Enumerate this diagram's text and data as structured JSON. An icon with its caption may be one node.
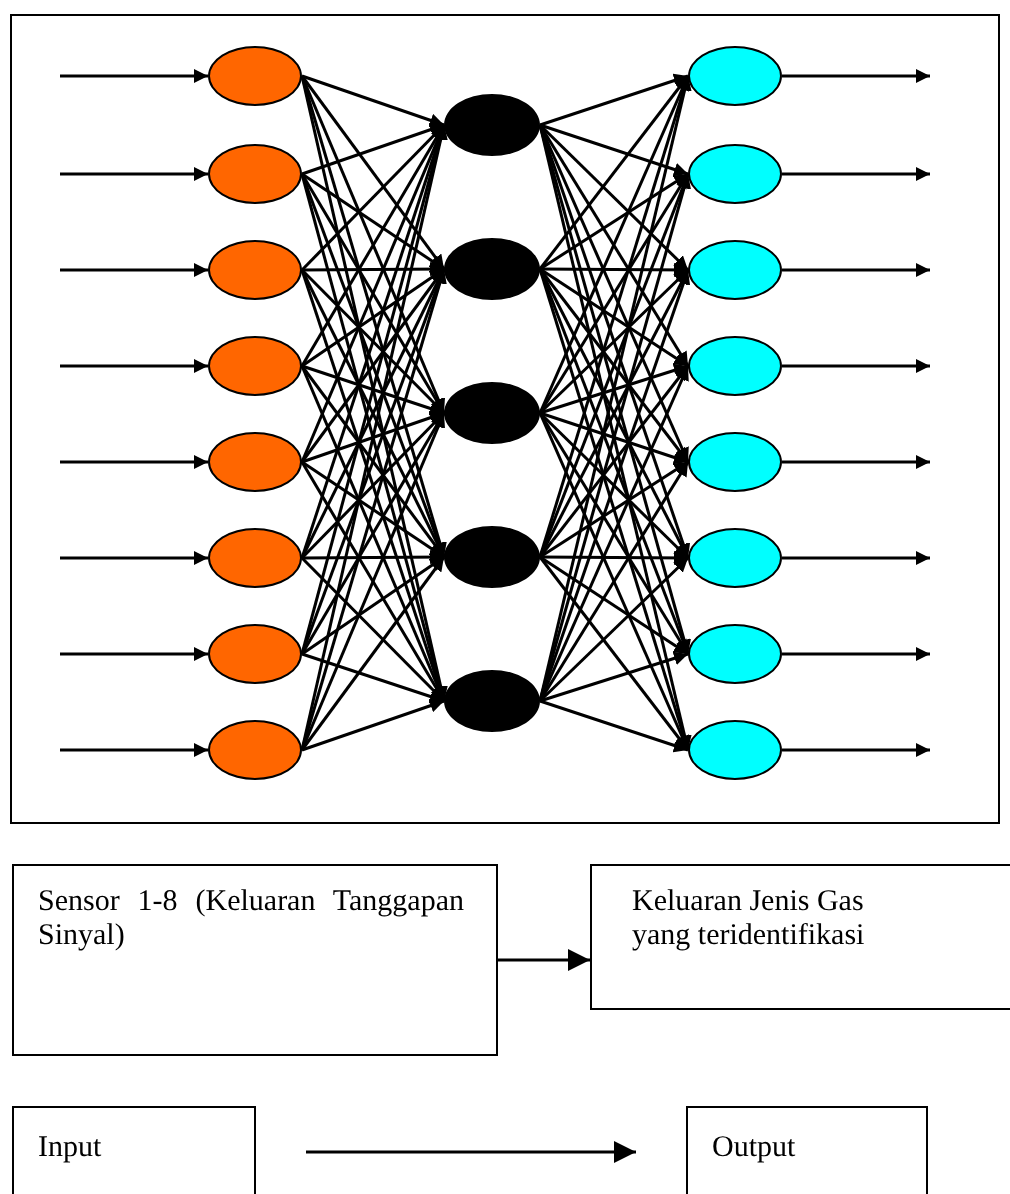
{
  "diagram": {
    "nodes": [
      {
        "text": [],
        "shape": "box"
      },
      {
        "text": [],
        "shape": "ellipse",
        "in": 0
      },
      {
        "text": [],
        "shape": "ellipse",
        "in": 0
      },
      {
        "text": [],
        "shape": "ellipse",
        "in": 0
      },
      {
        "text": [],
        "shape": "ellipse",
        "in": 0
      },
      {
        "text": [],
        "shape": "ellipse",
        "in": 0
      },
      {
        "text": [],
        "shape": "ellipse",
        "in": 0
      },
      {
        "text": [],
        "shape": "ellipse",
        "in": 0
      },
      {
        "text": [],
        "shape": "ellipse",
        "in": 0
      },
      {
        "text": [],
        "shape": "ellipse",
        "in": 0
      },
      {
        "text": [],
        "shape": "ellipse",
        "in": 0
      },
      {
        "text": [],
        "shape": "ellipse",
        "in": 0
      },
      {
        "text": [],
        "shape": "ellipse",
        "in": 0
      },
      {
        "text": [],
        "shape": "ellipse",
        "in": 0
      },
      {
        "text": [],
        "shape": "ellipse",
        "in": 0
      },
      {
        "text": [],
        "shape": "ellipse",
        "in": 0
      },
      {
        "text": [],
        "shape": "ellipse",
        "in": 0
      },
      {
        "text": [],
        "shape": "ellipse",
        "in": 0
      },
      {
        "text": [],
        "shape": "ellipse",
        "in": 0
      },
      {
        "text": [],
        "shape": "ellipse",
        "in": 0
      },
      {
        "text": [],
        "shape": "ellipse",
        "in": 0
      },
      {
        "text": [],
        "shape": "ellipse",
        "in": 0
      },
      {
        "text": [
          "Sensor 1-8 (Keluaran Tanggapan Sinyal)"
        ]
      },
      {
        "text": [
          "Keluaran Jenis Gas yang teridentifikasi"
        ]
      },
      {
        "text": [
          "Input"
        ]
      },
      {
        "text": [
          "Output"
        ]
      }
    ],
    "edges": [
      {
        "from": null,
        "to": 1,
        "arrow": "to"
      },
      {
        "from": null,
        "to": 2,
        "arrow": "to"
      },
      {
        "from": null,
        "to": 3,
        "arrow": "to"
      },
      {
        "from": null,
        "to": 4,
        "arrow": "to"
      },
      {
        "from": null,
        "to": 5,
        "arrow": "to"
      },
      {
        "from": null,
        "to": 6,
        "arrow": "to"
      },
      {
        "from": null,
        "to": 7,
        "arrow": "to"
      },
      {
        "from": null,
        "to": 8,
        "arrow": "to"
      },
      {
        "from": 1,
        "to": 9,
        "arrow": "to"
      },
      {
        "from": 1,
        "to": 10,
        "arrow": "to"
      },
      {
        "from": 1,
        "to": 11,
        "arrow": "to"
      },
      {
        "from": 1,
        "to": 12,
        "arrow": "to"
      },
      {
        "from": 1,
        "to": 13,
        "arrow": "to"
      },
      {
        "from": 2,
        "to": 9,
        "arrow": "to"
      },
      {
        "from": 2,
        "to": 10,
        "arrow": "to"
      },
      {
        "from": 2,
        "to": 11,
        "arrow": "to"
      },
      {
        "from": 2,
        "to": 12,
        "arrow": "to"
      },
      {
        "from": 2,
        "to": 13,
        "arrow": "to"
      },
      {
        "from": 3,
        "to": 9,
        "arrow": "to"
      },
      {
        "from": 3,
        "to": 10,
        "arrow": "to"
      },
      {
        "from": 3,
        "to": 11,
        "arrow": "to"
      },
      {
        "from": 3,
        "to": 12,
        "arrow": "to"
      },
      {
        "from": 3,
        "to": 13,
        "arrow": "to"
      },
      {
        "from": 4,
        "to": 9,
        "arrow": "to"
      },
      {
        "from": 4,
        "to": 10,
        "arrow": "to"
      },
      {
        "from": 4,
        "to": 11,
        "arrow": "to"
      },
      {
        "from": 4,
        "to": 12,
        "arrow": "to"
      },
      {
        "from": 4,
        "to": 13,
        "arrow": "to"
      },
      {
        "from": 5,
        "to": 9,
        "arrow": "to"
      },
      {
        "from": 5,
        "to": 10,
        "arrow": "to"
      },
      {
        "from": 5,
        "to": 11,
        "arrow": "to"
      },
      {
        "from": 5,
        "to": 12,
        "arrow": "to"
      },
      {
        "from": 5,
        "to": 13,
        "arrow": "to"
      },
      {
        "from": 6,
        "to": 9,
        "arrow": "to"
      },
      {
        "from": 6,
        "to": 10,
        "arrow": "to"
      },
      {
        "from": 6,
        "to": 11,
        "arrow": "to"
      },
      {
        "from": 6,
        "to": 12,
        "arrow": "to"
      },
      {
        "from": 6,
        "to": 13,
        "arrow": "to"
      },
      {
        "from": 7,
        "to": 9,
        "arrow": "to"
      },
      {
        "from": 7,
        "to": 10,
        "arrow": "to"
      },
      {
        "from": 7,
        "to": 11,
        "arrow": "to"
      },
      {
        "from": 7,
        "to": 12,
        "arrow": "to"
      },
      {
        "from": 7,
        "to": 13,
        "arrow": "to"
      },
      {
        "from": 8,
        "to": 9,
        "arrow": "to"
      },
      {
        "from": 8,
        "to": 10,
        "arrow": "to"
      },
      {
        "from": 8,
        "to": 11,
        "arrow": "to"
      },
      {
        "from": 8,
        "to": 12,
        "arrow": "to"
      },
      {
        "from": 8,
        "to": 13,
        "arrow": "to"
      },
      {
        "from": 9,
        "to": 14,
        "arrow": "to"
      },
      {
        "from": 9,
        "to": 15,
        "arrow": "to"
      },
      {
        "from": 9,
        "to": 16,
        "arrow": "to"
      },
      {
        "from": 9,
        "to": 17,
        "arrow": "to"
      },
      {
        "from": 9,
        "to": 18,
        "arrow": "to"
      },
      {
        "from": 9,
        "to": 19,
        "arrow": "to"
      },
      {
        "from": 9,
        "to": 20,
        "arrow": "to"
      },
      {
        "from": 9,
        "to": 21,
        "arrow": "to"
      },
      {
        "from": 10,
        "to": 14,
        "arrow": "to"
      },
      {
        "from": 10,
        "to": 15,
        "arrow": "to"
      },
      {
        "from": 10,
        "to": 16,
        "arrow": "to"
      },
      {
        "from": 10,
        "to": 17,
        "arrow": "to"
      },
      {
        "from": 10,
        "to": 18,
        "arrow": "to"
      },
      {
        "from": 10,
        "to": 19,
        "arrow": "to"
      },
      {
        "from": 10,
        "to": 20,
        "arrow": "to"
      },
      {
        "from": 10,
        "to": 21,
        "arrow": "to"
      },
      {
        "from": 11,
        "to": 14,
        "arrow": "to"
      },
      {
        "from": 11,
        "to": 15,
        "arrow": "to"
      },
      {
        "from": 11,
        "to": 16,
        "arrow": "to"
      },
      {
        "from": 11,
        "to": 17,
        "arrow": "to"
      },
      {
        "from": 11,
        "to": 18,
        "arrow": "to"
      },
      {
        "from": 11,
        "to": 19,
        "arrow": "to"
      },
      {
        "from": 11,
        "to": 20,
        "arrow": "to"
      },
      {
        "from": 11,
        "to": 21,
        "arrow": "to"
      },
      {
        "from": 12,
        "to": 14,
        "arrow": "to"
      },
      {
        "from": 12,
        "to": 15,
        "arrow": "to"
      },
      {
        "from": 12,
        "to": 16,
        "arrow": "to"
      },
      {
        "from": 12,
        "to": 17,
        "arrow": "to"
      },
      {
        "from": 12,
        "to": 18,
        "arrow": "to"
      },
      {
        "from": 12,
        "to": 19,
        "arrow": "to"
      },
      {
        "from": 12,
        "to": 20,
        "arrow": "to"
      },
      {
        "from": 12,
        "to": 21,
        "arrow": "to"
      },
      {
        "from": 13,
        "to": 14,
        "arrow": "to"
      },
      {
        "from": 13,
        "to": 15,
        "arrow": "to"
      },
      {
        "from": 13,
        "to": 16,
        "arrow": "to"
      },
      {
        "from": 13,
        "to": 17,
        "arrow": "to"
      },
      {
        "from": 13,
        "to": 18,
        "arrow": "to"
      },
      {
        "from": 13,
        "to": 19,
        "arrow": "to"
      },
      {
        "from": 13,
        "to": 20,
        "arrow": "to"
      },
      {
        "from": 13,
        "to": 21,
        "arrow": "to"
      },
      {
        "from": 14,
        "to": null,
        "arrow": "to"
      },
      {
        "from": 15,
        "to": null,
        "arrow": "to"
      },
      {
        "from": 16,
        "to": null,
        "arrow": "to"
      },
      {
        "from": 17,
        "to": null,
        "arrow": "to"
      },
      {
        "from": 18,
        "to": null,
        "arrow": "to"
      },
      {
        "from": 19,
        "to": null,
        "arrow": "to"
      },
      {
        "from": 20,
        "to": null,
        "arrow": "to"
      },
      {
        "from": 21,
        "to": null,
        "arrow": "to"
      },
      {
        "from": 22,
        "to": 23,
        "arrow": "to"
      },
      {
        "from": 24,
        "to": 25,
        "arrow": "to"
      }
    ]
  }
}
